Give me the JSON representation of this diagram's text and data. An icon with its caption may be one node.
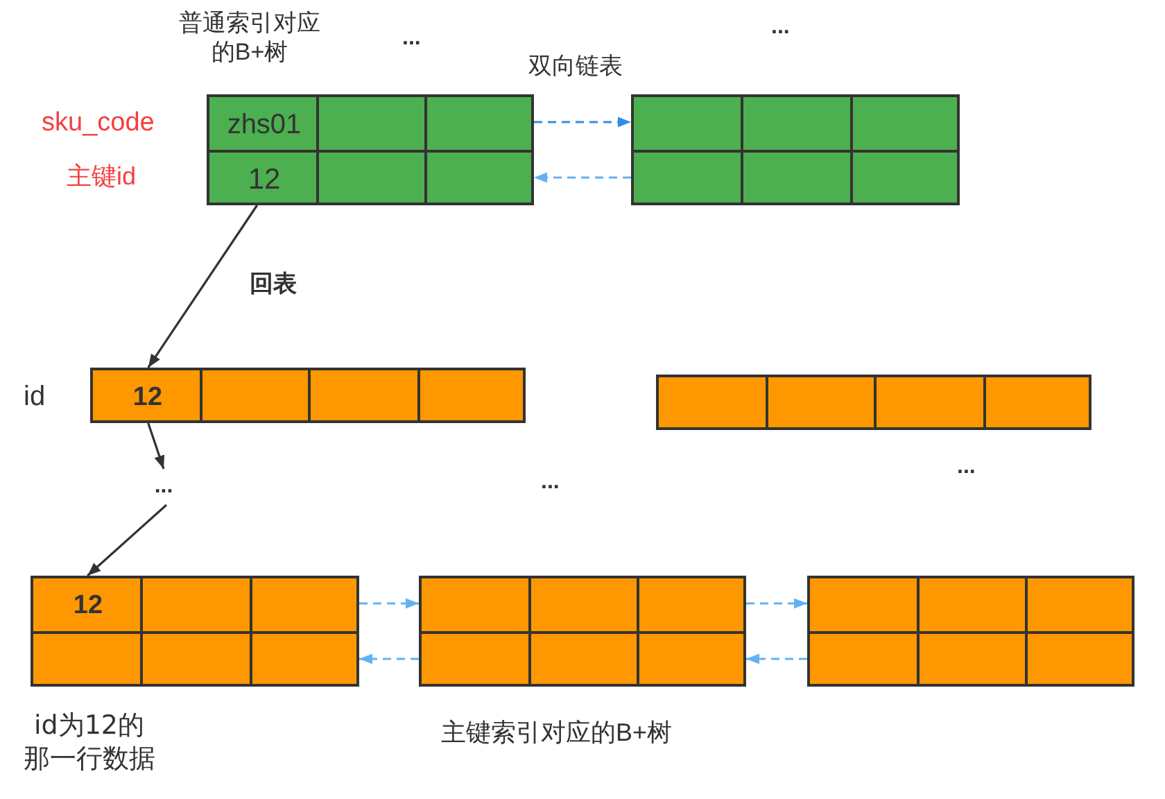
{
  "diagram": {
    "nodes": [
      {
        "text": [],
        "shape": "box"
      },
      {
        "text": [
          "zhs01"
        ],
        "in": 0
      },
      {
        "text": [
          "12"
        ],
        "in": 0
      },
      {
        "text": [],
        "shape": "box"
      },
      {
        "text": [],
        "shape": "box"
      },
      {
        "text": [
          "12"
        ],
        "in": 4
      },
      {
        "text": [],
        "shape": "box"
      },
      {
        "text": [
          "..."
        ]
      },
      {
        "text": [],
        "shape": "box"
      },
      {
        "text": [
          "12"
        ],
        "in": 8
      },
      {
        "text": [],
        "shape": "box"
      },
      {
        "text": [],
        "shape": "box"
      }
    ],
    "edges": [
      {
        "from": 0,
        "to": 3,
        "arrow": "to",
        "style": "dashed",
        "color": "#2f8ee8"
      },
      {
        "from": 3,
        "to": 0,
        "arrow": "to",
        "style": "dashed",
        "color": "#62b2f2"
      },
      {
        "from": 2,
        "to": 5,
        "arrow": "to",
        "label": "回表",
        "color": "#333333"
      },
      {
        "from": 5,
        "to": 7,
        "arrow": "to",
        "color": "#333333"
      },
      {
        "from": 7,
        "to": 9,
        "arrow": "to",
        "color": "#333333"
      },
      {
        "from": 8,
        "to": 10,
        "arrow": "to",
        "style": "dashed",
        "color": "#62b2f2"
      },
      {
        "from": 10,
        "to": 8,
        "arrow": "to",
        "style": "dashed",
        "color": "#62b2f2"
      },
      {
        "from": 10,
        "to": 11,
        "arrow": "to",
        "style": "dashed",
        "color": "#62b2f2"
      },
      {
        "from": 11,
        "to": 10,
        "arrow": "to",
        "style": "dashed",
        "color": "#62b2f2"
      }
    ],
    "labels": [
      "普通索引对应的B+树",
      "...",
      "...",
      "双向链表",
      "sku_code",
      "主键id",
      "id",
      "...",
      "...",
      "id为12的那一行数据",
      "主键索引对应的B+树"
    ]
  }
}
